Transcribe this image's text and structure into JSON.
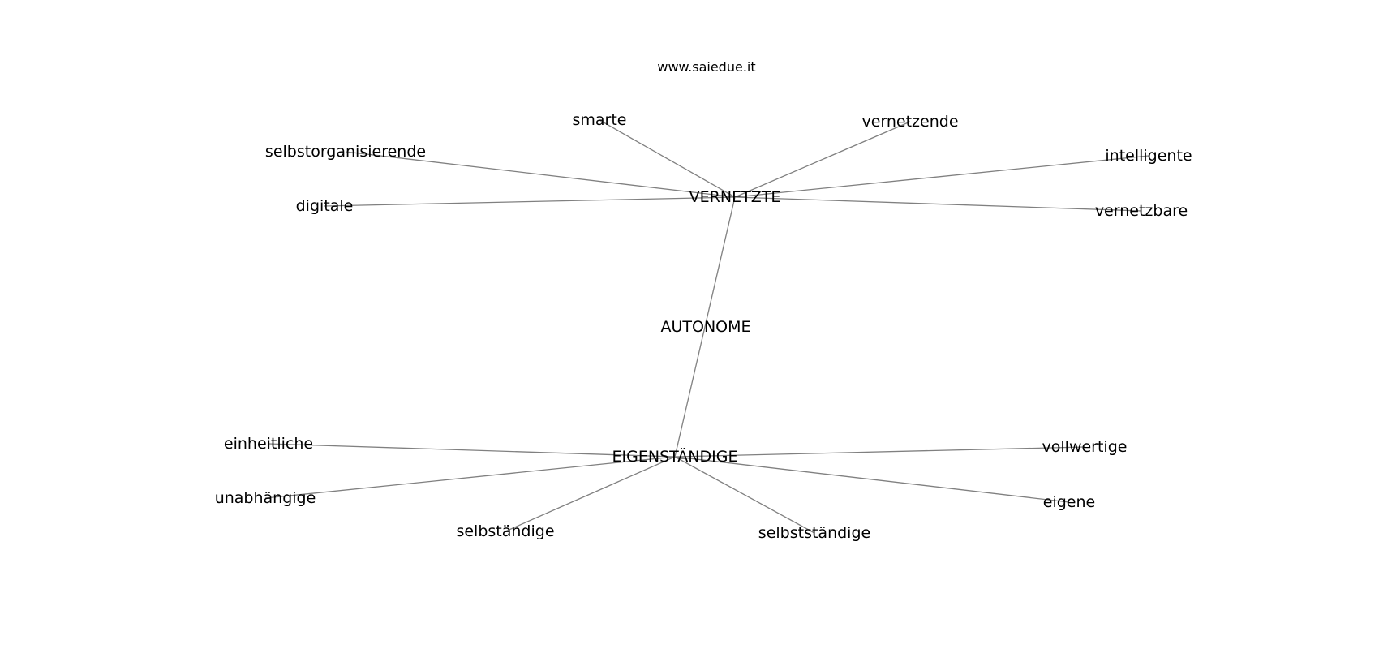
{
  "watermark": "www.saiedue.it",
  "graph": {
    "edge_color": "#808080",
    "text_color": "#000000",
    "nodes": [
      {
        "id": "autonome",
        "label": "AUTONOME"
      },
      {
        "id": "vernetzte",
        "label": "VERNETZTE"
      },
      {
        "id": "eigenstaendige",
        "label": "EIGENSTÄNDIGE"
      },
      {
        "id": "smarte",
        "label": "smarte"
      },
      {
        "id": "vernetzende",
        "label": "vernetzende"
      },
      {
        "id": "selbstorganisierende",
        "label": "selbstorganisierende"
      },
      {
        "id": "intelligente",
        "label": "intelligente"
      },
      {
        "id": "digitale",
        "label": "digitale"
      },
      {
        "id": "vernetzbare",
        "label": "vernetzbare"
      },
      {
        "id": "einheitliche",
        "label": "einheitliche"
      },
      {
        "id": "vollwertige",
        "label": "vollwertige"
      },
      {
        "id": "unabhaengige",
        "label": "unabhängige"
      },
      {
        "id": "eigene",
        "label": "eigene"
      },
      {
        "id": "selbstaendige",
        "label": "selbständige"
      },
      {
        "id": "selbststaendige",
        "label": "selbstständige"
      }
    ],
    "edges": [
      [
        "vernetzte",
        "eigenstaendige"
      ],
      [
        "vernetzte",
        "smarte"
      ],
      [
        "vernetzte",
        "vernetzende"
      ],
      [
        "vernetzte",
        "selbstorganisierende"
      ],
      [
        "vernetzte",
        "intelligente"
      ],
      [
        "vernetzte",
        "digitale"
      ],
      [
        "vernetzte",
        "vernetzbare"
      ],
      [
        "eigenstaendige",
        "einheitliche"
      ],
      [
        "eigenstaendige",
        "vollwertige"
      ],
      [
        "eigenstaendige",
        "unabhaengige"
      ],
      [
        "eigenstaendige",
        "eigene"
      ],
      [
        "eigenstaendige",
        "selbstaendige"
      ],
      [
        "eigenstaendige",
        "selbststaendige"
      ]
    ]
  }
}
